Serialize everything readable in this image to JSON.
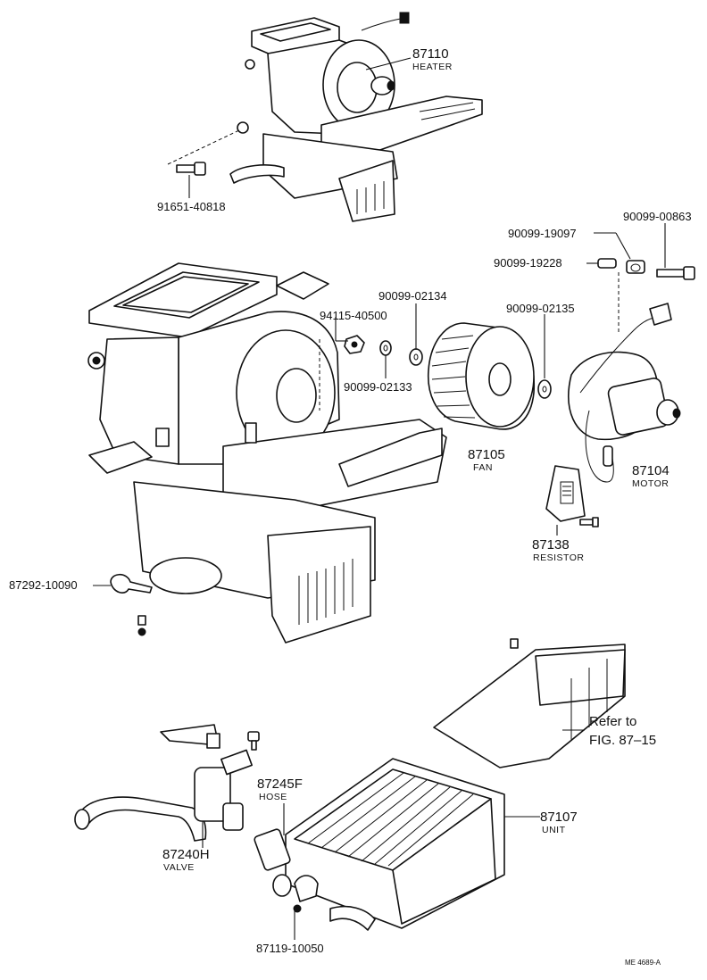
{
  "parts": {
    "heater": {
      "number": "87110",
      "caption": "HEATER"
    },
    "bolt_91651": {
      "number": "91651-40818"
    },
    "washer_19097": {
      "number": "90099-19097"
    },
    "bolt_00863": {
      "number": "90099-00863"
    },
    "collar_19228": {
      "number": "90099-19228"
    },
    "washer_02134": {
      "number": "90099-02134"
    },
    "washer_02135": {
      "number": "90099-02135"
    },
    "nut_94115": {
      "number": "94115-40500"
    },
    "washer_02133": {
      "number": "90099-02133"
    },
    "fan": {
      "number": "87105",
      "caption": "FAN"
    },
    "motor": {
      "number": "87104",
      "caption": "MOTOR"
    },
    "resistor": {
      "number": "87138",
      "caption": "RESISTOR"
    },
    "clamp_87292": {
      "number": "87292-10090"
    },
    "hose": {
      "number": "87245F",
      "caption": "HOSE"
    },
    "valve": {
      "number": "87240H",
      "caption": "VALVE"
    },
    "unit": {
      "number": "87107",
      "caption": "UNIT"
    },
    "clamp_87119": {
      "number": "87119-10050"
    }
  },
  "reference": {
    "line1": "Refer to",
    "line2": "FIG. 87–15"
  },
  "figure_code": "ME 4689-A"
}
